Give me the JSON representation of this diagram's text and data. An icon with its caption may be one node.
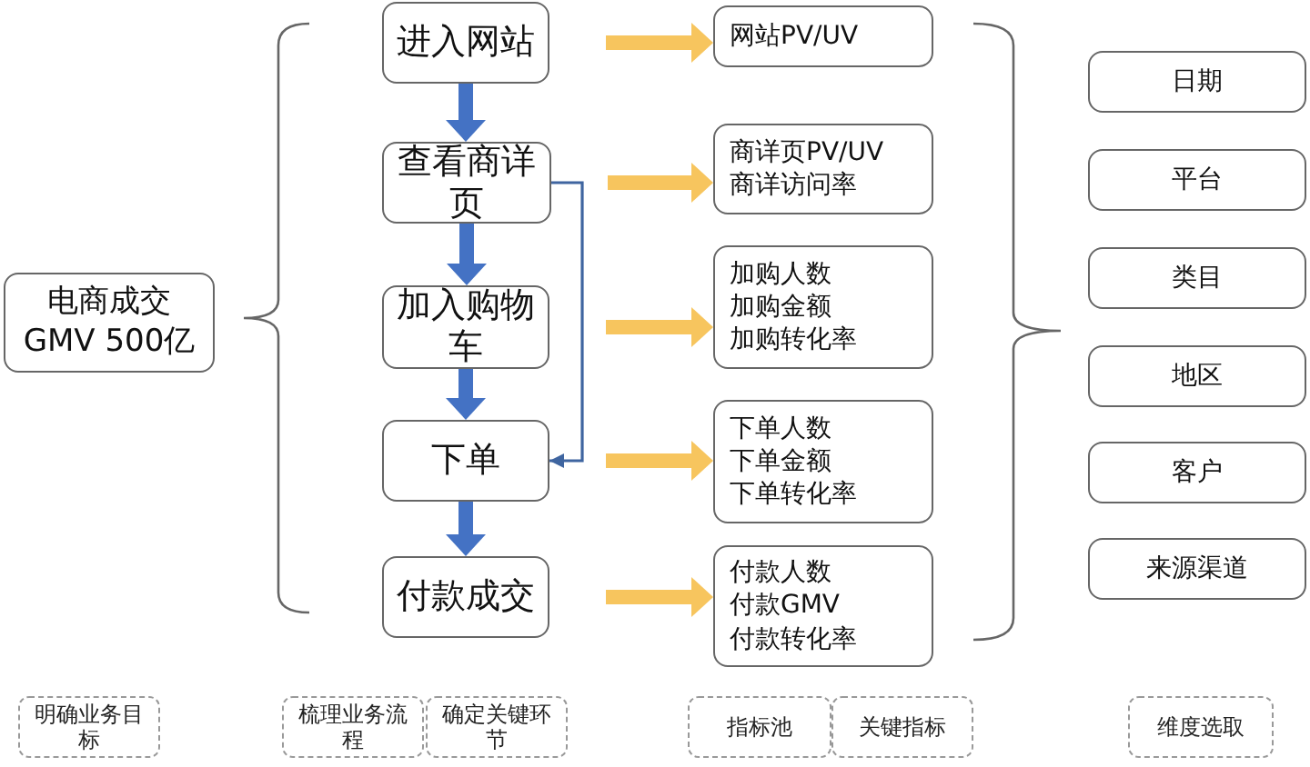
{
  "diagram": {
    "nodes": [
      {
        "text": [
          "电商成交 GMV 500亿"
        ]
      },
      {
        "text": [
          "进入网站"
        ]
      },
      {
        "text": [
          "查看商详页"
        ]
      },
      {
        "text": [
          "加入购物车"
        ]
      },
      {
        "text": [
          "下单"
        ]
      },
      {
        "text": [
          "付款成交"
        ]
      },
      {
        "text": [
          "网站PV/UV"
        ]
      },
      {
        "text": [
          "商详页PV/UV",
          "商详访问率"
        ]
      },
      {
        "text": [
          "加购人数",
          "加购金额",
          "加购转化率"
        ]
      },
      {
        "text": [
          "下单人数",
          "下单金额",
          "下单转化率"
        ]
      },
      {
        "text": [
          "付款人数",
          "付款GMV",
          "付款转化率"
        ]
      },
      {
        "text": [
          "日期"
        ]
      },
      {
        "text": [
          "平台"
        ]
      },
      {
        "text": [
          "类目"
        ]
      },
      {
        "text": [
          "地区"
        ]
      },
      {
        "text": [
          "客户"
        ]
      },
      {
        "text": [
          "来源渠道"
        ]
      },
      {
        "text": [
          "明确业务目标"
        ]
      },
      {
        "text": [
          "梳理业务流程"
        ]
      },
      {
        "text": [
          "确定关键环节"
        ]
      },
      {
        "text": [
          "指标池"
        ]
      },
      {
        "text": [
          "关键指标"
        ]
      },
      {
        "text": [
          "维度选取"
        ]
      }
    ],
    "edges": [
      {
        "from": 1,
        "to": 2,
        "arrow": "to",
        "color": "#4472c4"
      },
      {
        "from": 2,
        "to": 3,
        "arrow": "to",
        "color": "#4472c4"
      },
      {
        "from": 3,
        "to": 4,
        "arrow": "to",
        "color": "#4472c4"
      },
      {
        "from": 4,
        "to": 5,
        "arrow": "to",
        "color": "#4472c4"
      },
      {
        "from": 2,
        "to": 4,
        "arrow": "to",
        "color": "#3f65a0"
      },
      {
        "from": 1,
        "to": 6,
        "arrow": "to"
      },
      {
        "from": 2,
        "to": 7,
        "arrow": "to"
      },
      {
        "from": 3,
        "to": 8,
        "arrow": "to"
      },
      {
        "from": 4,
        "to": 9,
        "arrow": "to"
      },
      {
        "from": 5,
        "to": 10,
        "arrow": "to"
      }
    ]
  }
}
